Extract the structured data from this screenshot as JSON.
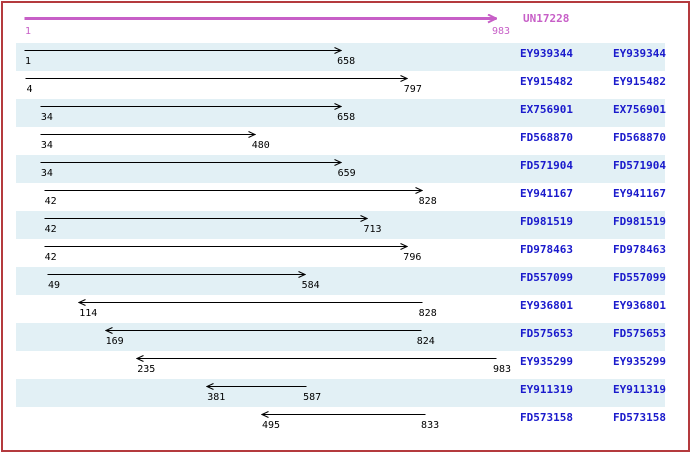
{
  "unigene": {
    "id": "UN17228",
    "start": 1,
    "end": 983
  },
  "alignments": [
    {
      "acc": "EY939344",
      "start": 1,
      "end": 658,
      "direction": "forward"
    },
    {
      "acc": "EY915482",
      "start": 4,
      "end": 797,
      "direction": "forward"
    },
    {
      "acc": "EX756901",
      "start": 34,
      "end": 658,
      "direction": "forward"
    },
    {
      "acc": "FD568870",
      "start": 34,
      "end": 480,
      "direction": "forward"
    },
    {
      "acc": "FD571904",
      "start": 34,
      "end": 659,
      "direction": "forward"
    },
    {
      "acc": "EY941167",
      "start": 42,
      "end": 828,
      "direction": "forward"
    },
    {
      "acc": "FD981519",
      "start": 42,
      "end": 713,
      "direction": "forward"
    },
    {
      "acc": "FD978463",
      "start": 42,
      "end": 796,
      "direction": "forward"
    },
    {
      "acc": "FD557099",
      "start": 49,
      "end": 584,
      "direction": "forward"
    },
    {
      "acc": "EY936801",
      "start": 114,
      "end": 828,
      "direction": "reverse"
    },
    {
      "acc": "FD575653",
      "start": 169,
      "end": 824,
      "direction": "reverse"
    },
    {
      "acc": "EY935299",
      "start": 235,
      "end": 983,
      "direction": "reverse"
    },
    {
      "acc": "EY911319",
      "start": 381,
      "end": 587,
      "direction": "reverse"
    },
    {
      "acc": "FD573158",
      "start": 495,
      "end": 833,
      "direction": "reverse"
    }
  ],
  "colors": {
    "unigene_magenta": "#c75fc7",
    "accession_link_blue": "#1a1acc",
    "row_band_blue": "#e2f0f5",
    "frame_border_red": "#b43a3e",
    "alignment_arrow_black": "#000000"
  }
}
